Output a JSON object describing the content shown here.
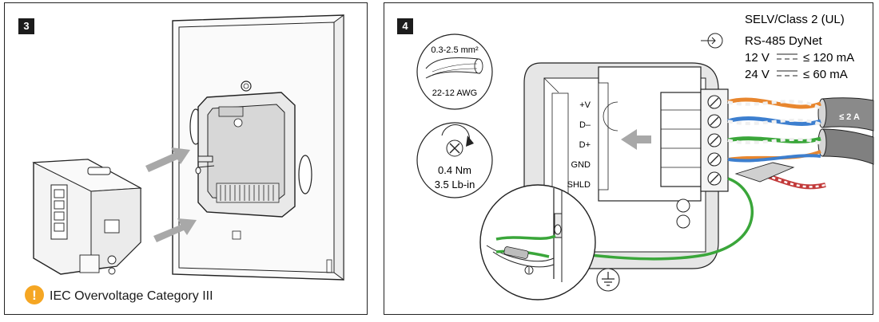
{
  "step3": {
    "number": "3",
    "warning_symbol": "!",
    "warning_text": "IEC Overvoltage Category III",
    "warning_color": "#f5a623"
  },
  "step4": {
    "number": "4",
    "wire_spec": {
      "cross_section": "0.3-2.5 mm²",
      "gauge": "22-12 AWG"
    },
    "torque": {
      "nm": "0.4 Nm",
      "lbin": "3.5 Lb-in",
      "icon": "screwdriver-cross-icon"
    },
    "terminals": [
      "+V",
      "D–",
      "D+",
      "GND",
      "SHLD"
    ],
    "supply": {
      "line1": "SELV/Class 2 (UL)",
      "line2": "RS-485 DyNet",
      "line3_voltage": "12 V",
      "line3_current": "≤ 120 mA",
      "line4_voltage": "24 V",
      "line4_current": "≤ 60 mA"
    },
    "cable_rating": "≤ 2 A",
    "wire_colors": {
      "orange": "#e8862e",
      "blue": "#3d7fcf",
      "green": "#3aa63a",
      "red": "#c23a3a",
      "cable_sheath": "#8a8a8a"
    }
  }
}
